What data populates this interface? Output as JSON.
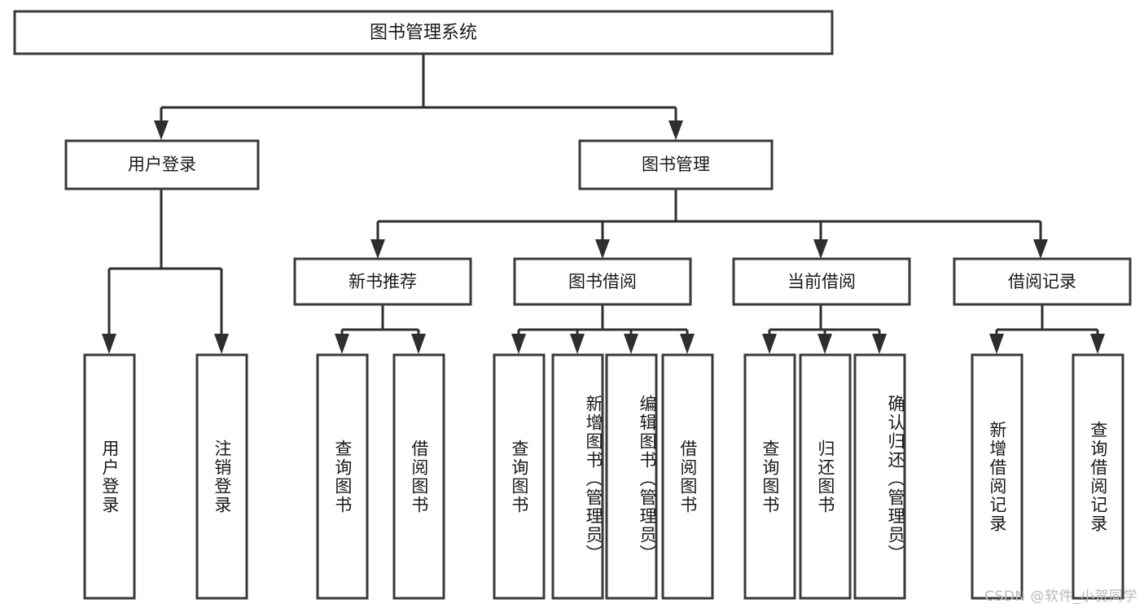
{
  "title": "图书管理系统",
  "watermark": "CSDN @软件_小贺同学",
  "colors": {
    "box_stroke": "#3a3a3a",
    "connector": "#2e2e2e",
    "text": "#1a1a1a",
    "background": "#ffffff",
    "watermark": "#b9b9b9"
  },
  "chart_data": {
    "type": "diagram",
    "diagram_kind": "tree-hierarchy",
    "title": "图书管理系统",
    "orientation": "top-down",
    "levels": 4,
    "nodes": [
      {
        "id": "root",
        "label": "图书管理系统",
        "level": 0,
        "parent": null,
        "orientation": "horizontal"
      },
      {
        "id": "login",
        "label": "用户登录",
        "level": 1,
        "parent": "root",
        "orientation": "horizontal"
      },
      {
        "id": "bookmgr",
        "label": "图书管理",
        "level": 1,
        "parent": "root",
        "orientation": "horizontal"
      },
      {
        "id": "newbook",
        "label": "新书推荐",
        "level": 2,
        "parent": "bookmgr",
        "orientation": "horizontal"
      },
      {
        "id": "borrow",
        "label": "图书借阅",
        "level": 2,
        "parent": "bookmgr",
        "orientation": "horizontal"
      },
      {
        "id": "current",
        "label": "当前借阅",
        "level": 2,
        "parent": "bookmgr",
        "orientation": "horizontal"
      },
      {
        "id": "records",
        "label": "借阅记录",
        "level": 2,
        "parent": "bookmgr",
        "orientation": "horizontal"
      },
      {
        "id": "l1",
        "label": "用户登录",
        "level": 2,
        "parent": "login",
        "orientation": "vertical"
      },
      {
        "id": "l2",
        "label": "注销登录",
        "level": 2,
        "parent": "login",
        "orientation": "vertical"
      },
      {
        "id": "l3",
        "label": "查询图书",
        "level": 3,
        "parent": "newbook",
        "orientation": "vertical"
      },
      {
        "id": "l4",
        "label": "借阅图书",
        "level": 3,
        "parent": "newbook",
        "orientation": "vertical"
      },
      {
        "id": "l5",
        "label": "查询图书",
        "level": 3,
        "parent": "borrow",
        "orientation": "vertical"
      },
      {
        "id": "l6",
        "label": "新增图书（管理员）",
        "level": 3,
        "parent": "borrow",
        "orientation": "vertical"
      },
      {
        "id": "l7",
        "label": "编辑图书（管理员）",
        "level": 3,
        "parent": "borrow",
        "orientation": "vertical"
      },
      {
        "id": "l8",
        "label": "借阅图书",
        "level": 3,
        "parent": "borrow",
        "orientation": "vertical"
      },
      {
        "id": "l9",
        "label": "查询图书",
        "level": 3,
        "parent": "current",
        "orientation": "vertical"
      },
      {
        "id": "l10",
        "label": "归还图书",
        "level": 3,
        "parent": "current",
        "orientation": "vertical"
      },
      {
        "id": "l11",
        "label": "确认归还（管理员）",
        "level": 3,
        "parent": "current",
        "orientation": "vertical"
      },
      {
        "id": "l12",
        "label": "新增借阅记录",
        "level": 3,
        "parent": "records",
        "orientation": "vertical"
      },
      {
        "id": "l13",
        "label": "查询借阅记录",
        "level": 3,
        "parent": "records",
        "orientation": "vertical"
      }
    ],
    "edges": [
      {
        "from": "root",
        "to": "login"
      },
      {
        "from": "root",
        "to": "bookmgr"
      },
      {
        "from": "login",
        "to": "l1"
      },
      {
        "from": "login",
        "to": "l2"
      },
      {
        "from": "bookmgr",
        "to": "newbook"
      },
      {
        "from": "bookmgr",
        "to": "borrow"
      },
      {
        "from": "bookmgr",
        "to": "current"
      },
      {
        "from": "bookmgr",
        "to": "records"
      },
      {
        "from": "newbook",
        "to": "l3"
      },
      {
        "from": "newbook",
        "to": "l4"
      },
      {
        "from": "borrow",
        "to": "l5"
      },
      {
        "from": "borrow",
        "to": "l6"
      },
      {
        "from": "borrow",
        "to": "l7"
      },
      {
        "from": "borrow",
        "to": "l8"
      },
      {
        "from": "current",
        "to": "l9"
      },
      {
        "from": "current",
        "to": "l10"
      },
      {
        "from": "current",
        "to": "l11"
      },
      {
        "from": "records",
        "to": "l12"
      },
      {
        "from": "records",
        "to": "l13"
      }
    ]
  },
  "nodes": {
    "root": {
      "label": "图书管理系统"
    },
    "login": {
      "label": "用户登录"
    },
    "bookmgr": {
      "label": "图书管理"
    },
    "newbook": {
      "label": "新书推荐"
    },
    "borrow": {
      "label": "图书借阅"
    },
    "current": {
      "label": "当前借阅"
    },
    "records": {
      "label": "借阅记录"
    },
    "l1": {
      "label": "用户登录"
    },
    "l2": {
      "label": "注销登录"
    },
    "l3": {
      "label": "查询图书"
    },
    "l4": {
      "label": "借阅图书"
    },
    "l5": {
      "label": "查询图书"
    },
    "l6": {
      "label": "新增图书（管理员）"
    },
    "l7": {
      "label": "编辑图书（管理员）"
    },
    "l8": {
      "label": "借阅图书"
    },
    "l9": {
      "label": "查询图书"
    },
    "l10": {
      "label": "归还图书"
    },
    "l11": {
      "label": "确认归还（管理员）"
    },
    "l12": {
      "label": "新增借阅记录"
    },
    "l13": {
      "label": "查询借阅记录"
    }
  }
}
